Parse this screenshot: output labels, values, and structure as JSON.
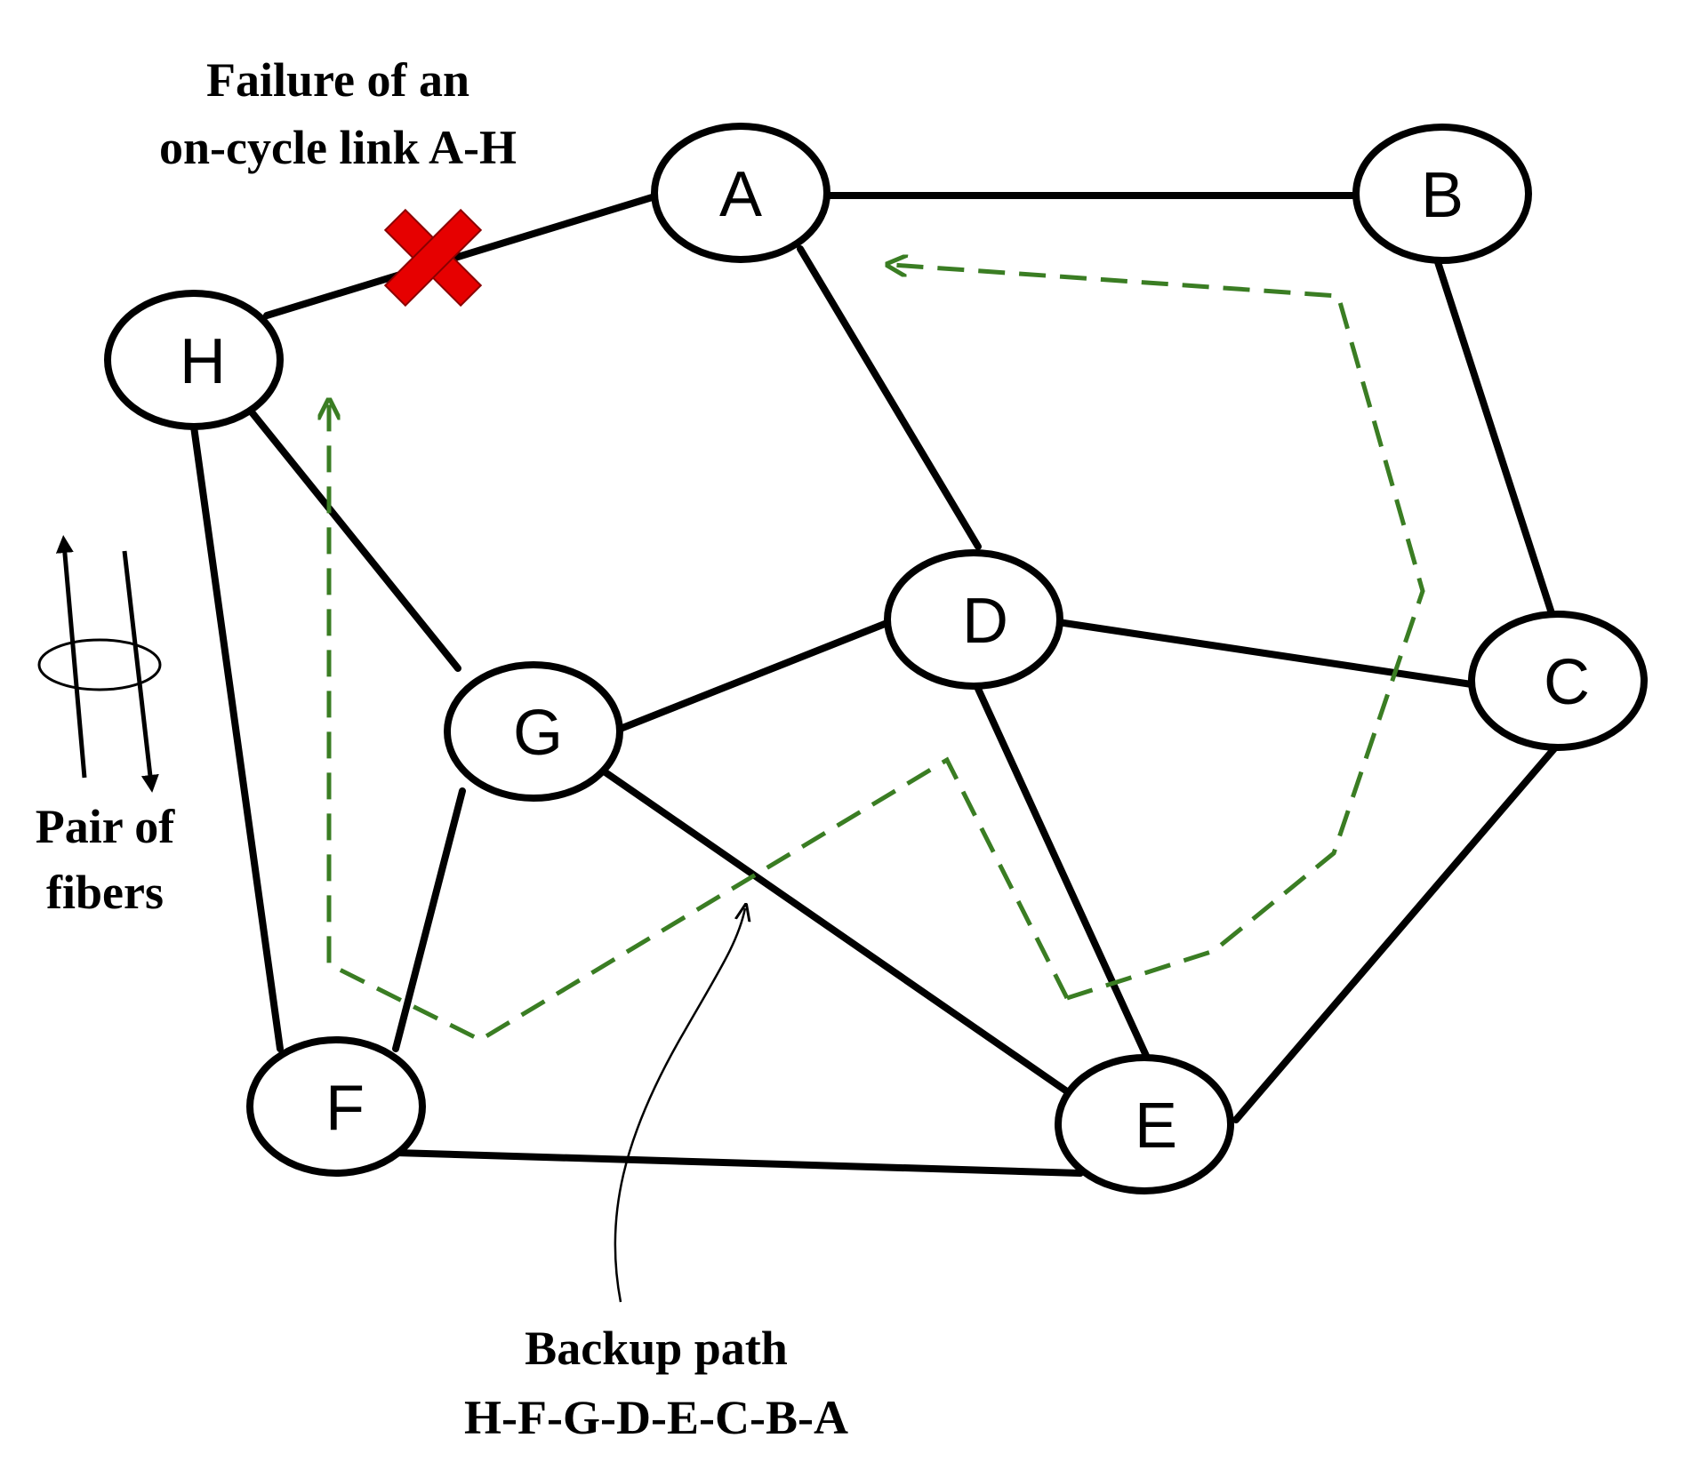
{
  "annotations": {
    "failure_line1": "Failure of an",
    "failure_line2": "on-cycle  link A-H",
    "fibers_line1": "Pair of",
    "fibers_line2": "fibers",
    "backup_line1": "Backup path",
    "backup_line2": "H-F-G-D-E-C-B-A"
  },
  "nodes": [
    "A",
    "B",
    "C",
    "D",
    "E",
    "F",
    "G",
    "H"
  ],
  "links": [
    [
      "H",
      "A"
    ],
    [
      "A",
      "B"
    ],
    [
      "A",
      "D"
    ],
    [
      "B",
      "C"
    ],
    [
      "D",
      "C"
    ],
    [
      "D",
      "G"
    ],
    [
      "D",
      "E"
    ],
    [
      "C",
      "E"
    ],
    [
      "H",
      "G"
    ],
    [
      "H",
      "F"
    ],
    [
      "G",
      "F"
    ],
    [
      "G",
      "E"
    ],
    [
      "F",
      "E"
    ]
  ],
  "failed_link": [
    "A",
    "H"
  ],
  "colors": {
    "backup_path": "#3a7d23",
    "failure_mark": "#e60000",
    "link": "#000000"
  }
}
